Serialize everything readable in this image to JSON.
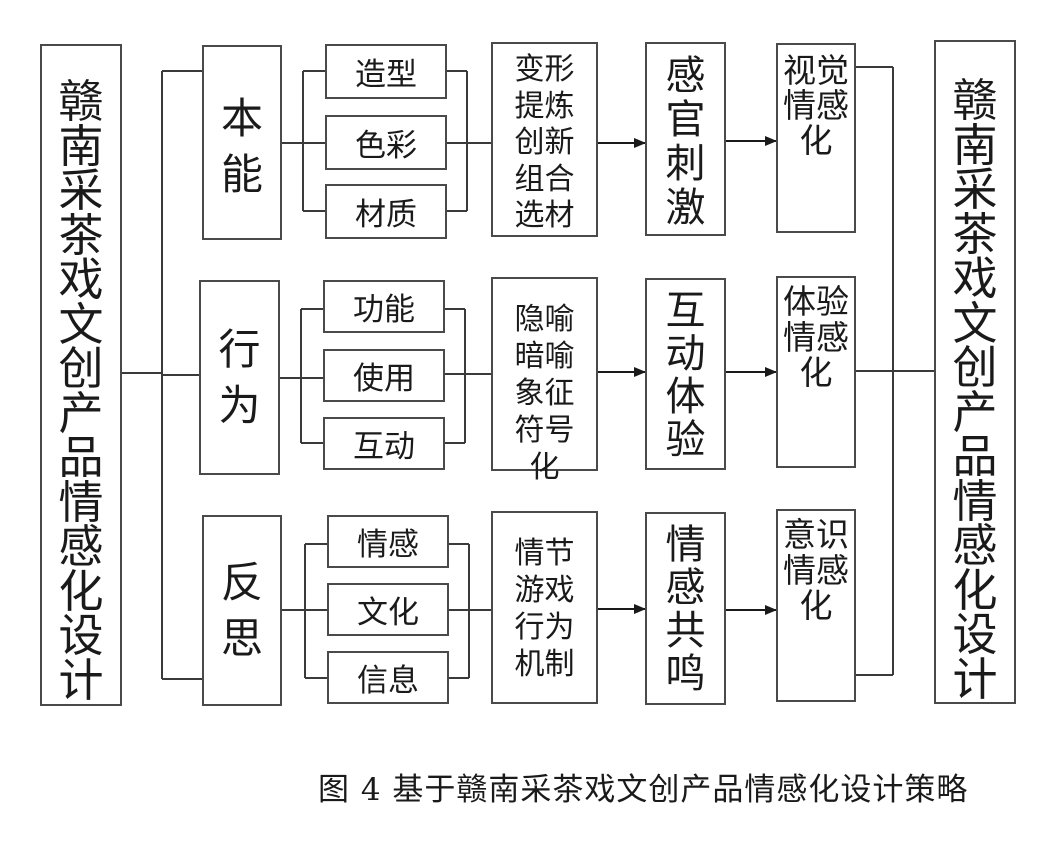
{
  "left_title": "赣南采茶戏文创产品情感化设计",
  "right_title": "赣南采茶戏文创产品情感化设计",
  "rows": [
    {
      "level": "本能",
      "items": [
        "造型",
        "色彩",
        "材质"
      ],
      "methods": "变形提炼创新组合选材",
      "effect": "感官刺激",
      "result": "视觉情感化"
    },
    {
      "level": "行为",
      "items": [
        "功能",
        "使用",
        "互动"
      ],
      "methods": "隐喻暗喻象征符号化",
      "effect": "互动体验",
      "result": "体验情感化"
    },
    {
      "level": "反思",
      "items": [
        "情感",
        "文化",
        "信息"
      ],
      "methods": "情节游戏行为机制",
      "effect": "情感共鸣",
      "result": "意识情感化"
    }
  ],
  "caption": "图 4  基于赣南采茶戏文创产品情感化设计策略"
}
